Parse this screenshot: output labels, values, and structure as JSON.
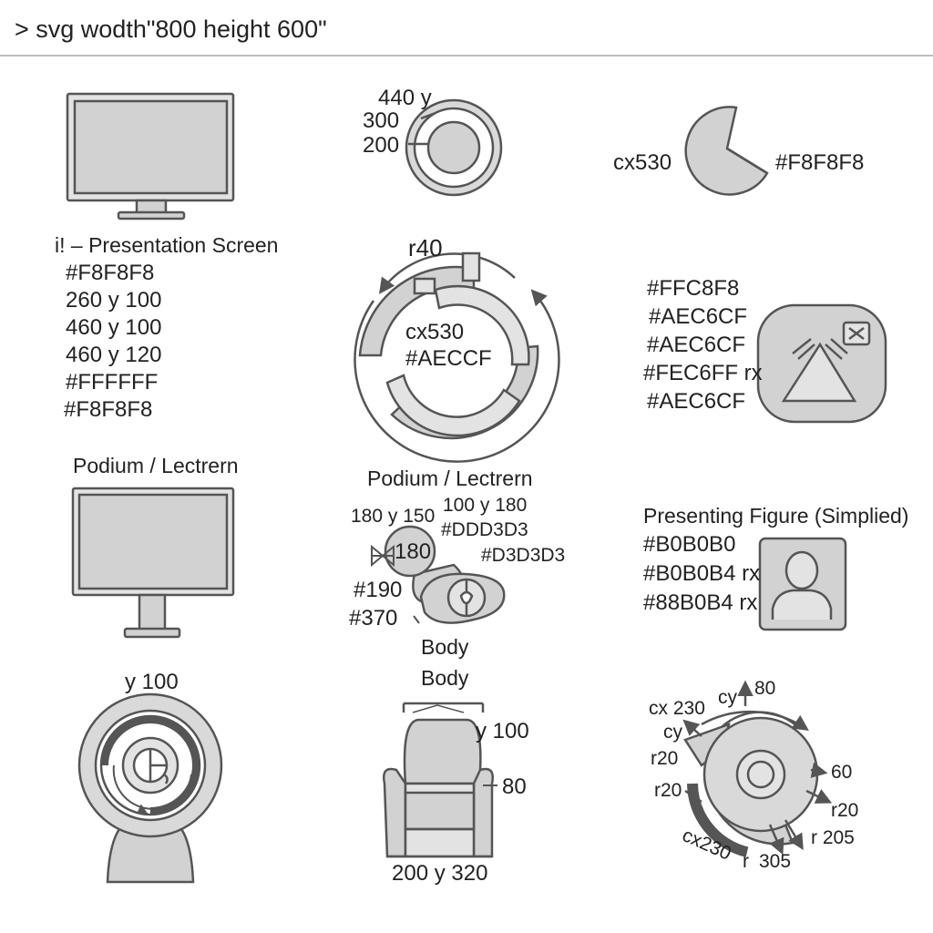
{
  "toolbar": {
    "command": "> svg wodth\"800 height 600\""
  },
  "colors": {
    "stroke": "#555555",
    "fill_light": "#e3e3e3",
    "fill_mid": "#d2d2d2",
    "fill_dark": "#bdbdbd",
    "background": "#ffffff",
    "text": "#222222"
  },
  "icons": {
    "monitor": "monitor-icon",
    "ring_target": "ring-target-icon",
    "pie_wedge": "pie-wedge-icon",
    "concentric_arcs": "concentric-arcs-icon",
    "rounded_pyramid_card": "pyramid-card-icon",
    "lectern": "lectern-icon",
    "blob_figure": "blob-figure-icon",
    "user_portrait": "user-portrait-icon",
    "speaker_target": "speaker-target-icon",
    "armchair": "armchair-icon",
    "dial": "dial-icon"
  },
  "labels": {
    "ring_top": [
      "440 y",
      "300",
      "200"
    ],
    "pie": {
      "left": "cx530",
      "right": "#F8F8F8"
    },
    "screen_notes": [
      "i! – Presentation Screen",
      "#F8F8F8",
      "260 y 100",
      "460 y 100",
      "460 y 120",
      "#FFFFFF",
      "#F8F8F8"
    ],
    "arcs": {
      "top": "r40",
      "center_1": "cx530",
      "center_2": "#AECCF"
    },
    "card_notes": [
      "#FFC8F8",
      "#AEC6CF",
      "#AEC6CF",
      "#FEC6FF rx",
      "#AEC6CF"
    ],
    "podium_left": "Podium / Lectrern",
    "podium_center": "Podium / Lectrern",
    "blob": {
      "a": "180 y 150",
      "b": "100 y 180",
      "c": "#DDD3D3",
      "d": "#D3D3D3",
      "e": "180",
      "f": "#190",
      "g": "#370",
      "h": "Body"
    },
    "figure_title": "Presenting Figure (Simplied)",
    "figure_notes": [
      "#B0B0B0",
      "#B0B0B4 rx",
      "#88B0B4 rx"
    ],
    "target_top": "y 100",
    "chair": {
      "title": "Body",
      "right_top": "y 100",
      "right_mid": "80",
      "bottom": "200 y 320"
    },
    "dial": {
      "a": "cx 230",
      "b": "cy",
      "c": "80",
      "d": "cy",
      "e": "r20",
      "f": "60",
      "g": "r20",
      "h": "r20",
      "i": "cx230",
      "j": "r",
      "k": "305",
      "l": "r 205"
    }
  }
}
